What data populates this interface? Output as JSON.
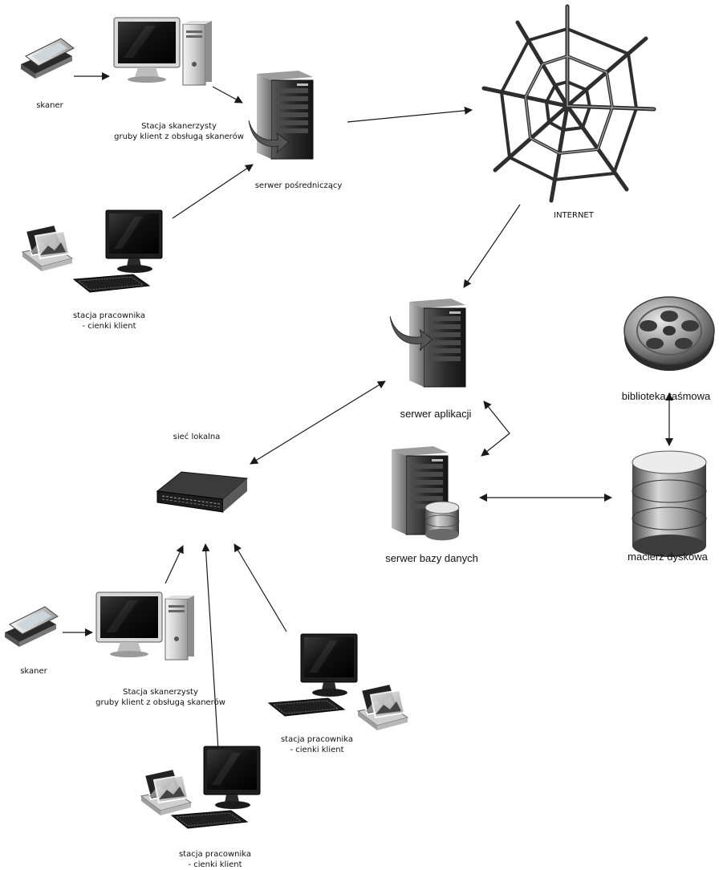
{
  "labels": {
    "scanner_top": "skaner",
    "scan_station_top_1": "Stacja skanerzysty",
    "scan_station_top_2": "gruby klient z obsługą skanerów",
    "proxy_server": "serwer pośredniczący",
    "internet": "INTERNET",
    "employee_top_1": "stacja pracownika",
    "employee_top_2": "- cienki klient",
    "app_server": "serwer aplikacji",
    "tape_library": "biblioteka taśmowa",
    "lan": "sieć lokalna",
    "db_server": "serwer bazy danych",
    "disk_array": "macierz dyskowa",
    "scanner_bottom": "skaner",
    "scan_station_bottom_1": "Stacja skanerzysty",
    "scan_station_bottom_2": "gruby klient z obsługą skanerów",
    "employee_right_1": "stacja pracownika",
    "employee_right_2": "- cienki klient",
    "employee_bottom_1": "stacja pracownika",
    "employee_bottom_2": "- cienki klient"
  },
  "icons": {
    "scanner": "flatbed-scanner-icon",
    "workstation": "desktop-computer-icon",
    "monitor": "monitor-keyboard-icon",
    "photos": "photo-stack-icon",
    "server": "tower-server-icon",
    "internet": "spider-web-icon",
    "switch": "network-switch-icon",
    "tape": "film-reel-icon",
    "disk": "database-cylinder-icon"
  },
  "colors": {
    "line": "#1a1a1a",
    "metal_dark": "#2b2b2b",
    "metal_mid": "#8a8a8a",
    "metal_light": "#e6e6e6",
    "background": "#ffffff"
  }
}
